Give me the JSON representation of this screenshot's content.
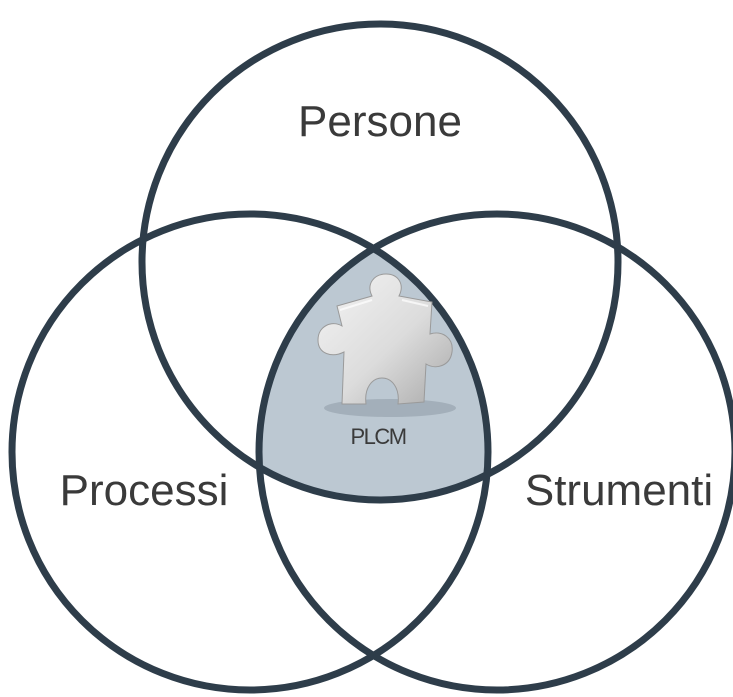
{
  "diagram": {
    "labels": {
      "top": "Persone",
      "left": "Processi",
      "right": "Strumenti",
      "center": "PLCM"
    },
    "center_icon": "puzzle-piece-icon",
    "colors": {
      "circle_stroke": "#2e3d4a",
      "intersection_fill": "#bcc8d2",
      "text": "#3a3a3a",
      "background": "#ffffff"
    }
  }
}
